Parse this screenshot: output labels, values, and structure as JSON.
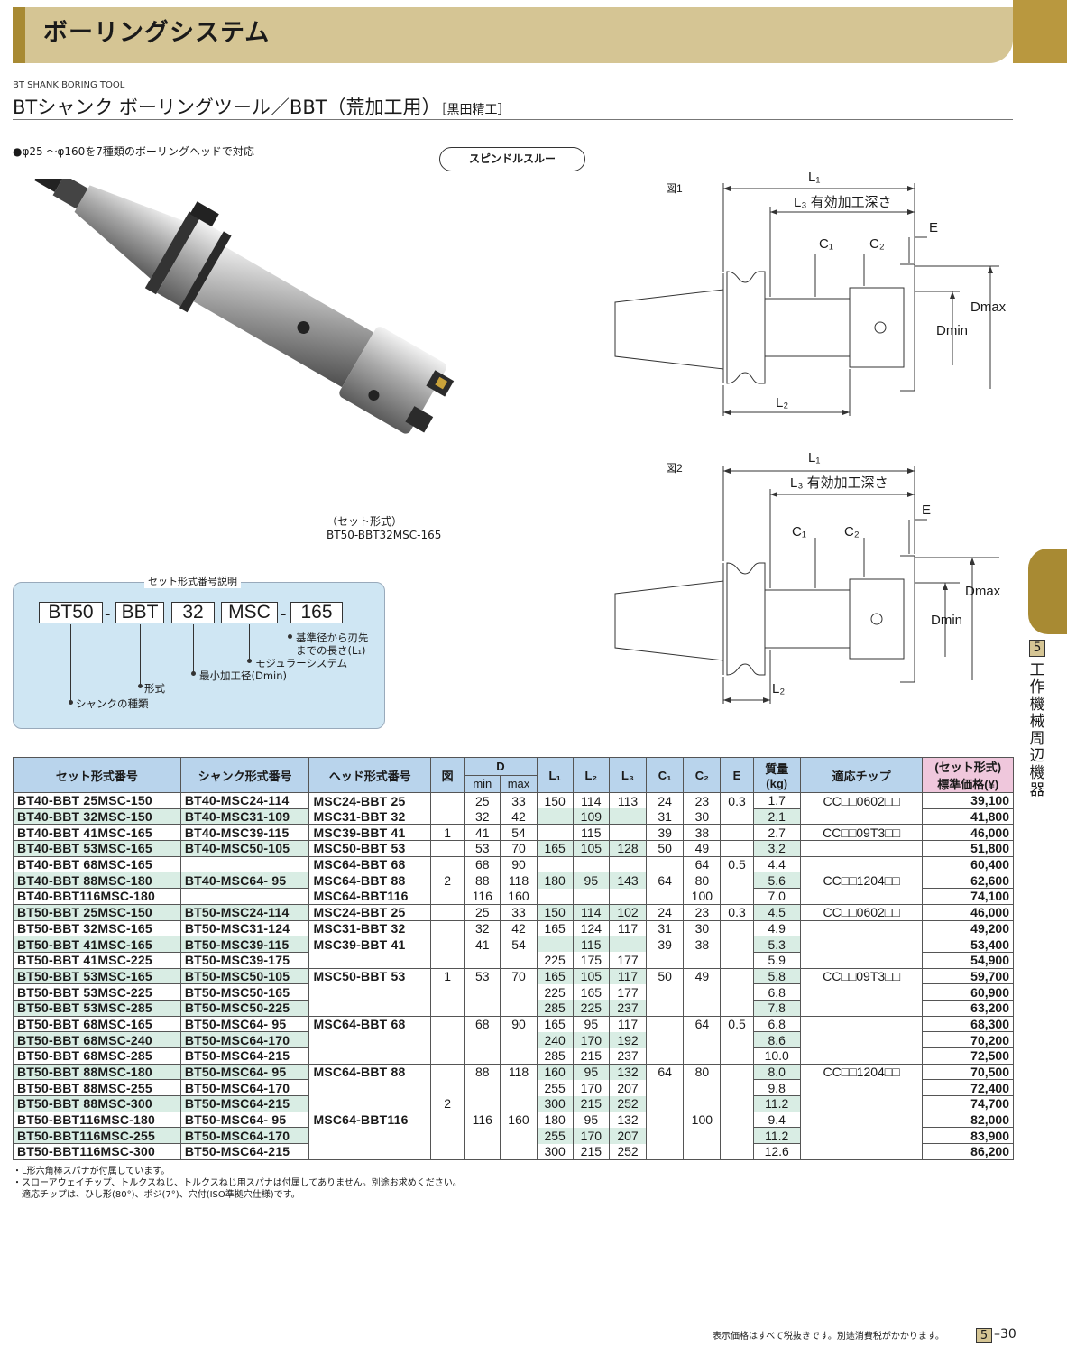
{
  "header": {
    "title": "ボーリングシステム"
  },
  "subtitle": {
    "en": "BT SHANK BORING TOOL",
    "jp": "BTシャンク ボーリングツール／BBT（荒加工用）",
    "maker": "［黒田精工］"
  },
  "feature": "●φ25 ～φ160を7種類のボーリングヘッドで対応",
  "badge": "スピンドルスルー",
  "photo_caption": {
    "line1": "（セット形式）",
    "line2": "BT50-BBT32MSC-165"
  },
  "figures": {
    "fig1_label": "図1",
    "fig2_label": "図2",
    "L1": "L₁",
    "L2": "L₂",
    "L3": "L₃ 有効加工深さ",
    "C1": "C₁",
    "C2": "C₂",
    "E": "E",
    "Dmax": "Dmax",
    "Dmin": "Dmin"
  },
  "explain": {
    "title": "セット形式番号説明",
    "codes": [
      "BT50",
      "BBT",
      "32",
      "MSC",
      "165"
    ],
    "dash": "-",
    "n_length_1": "基準径から刃先",
    "n_length_2": "までの長さ(L₁)",
    "n_modular": "モジュラーシステム",
    "n_min": "最小加工径(Dmin)",
    "n_type": "形式",
    "n_shank": "シャンクの種類"
  },
  "side_tab": {
    "num": "5",
    "text": "工作機械周辺機器"
  },
  "table": {
    "headers": {
      "set": "セット形式番号",
      "shank": "シャンク形式番号",
      "head": "ヘッド形式番号",
      "fig": "図",
      "D": "D",
      "min": "min",
      "max": "max",
      "L1": "L₁",
      "L2": "L₂",
      "L3": "L₃",
      "C1": "C₁",
      "C2": "C₂",
      "E": "E",
      "mass_1": "質量",
      "mass_2": "(kg)",
      "chip": "適応チップ",
      "price_1": "(セット形式)",
      "price_2": "標準価格(¥)"
    },
    "rows": [
      {
        "set": "BT40-BBT 25MSC-150",
        "shank": "BT40-MSC24-114",
        "head": "MSC24-BBT 25",
        "dmin": "25",
        "dmax": "33",
        "l1": "150",
        "l2": "114",
        "l3": "113",
        "c1": "24",
        "c2": "23",
        "e": "0.3",
        "mass": "1.7",
        "chip": "CC□□0602□□",
        "price": "39,100"
      },
      {
        "set": "BT40-BBT 32MSC-150",
        "shank": "BT40-MSC31-109",
        "head": "MSC31-BBT 32",
        "dmin": "32",
        "dmax": "42",
        "l1": "",
        "l2": "109",
        "l3": "",
        "c1": "31",
        "c2": "30",
        "e": "",
        "mass": "2.1",
        "chip": "",
        "price": "41,800"
      },
      {
        "set": "BT40-BBT 41MSC-165",
        "shank": "BT40-MSC39-115",
        "head": "MSC39-BBT 41",
        "fig": "1",
        "dmin": "41",
        "dmax": "54",
        "l1": "",
        "l2": "115",
        "l3": "",
        "c1": "39",
        "c2": "38",
        "e": "",
        "mass": "2.7",
        "chip": "CC□□09T3□□",
        "price": "46,000"
      },
      {
        "set": "BT40-BBT 53MSC-165",
        "shank": "BT40-MSC50-105",
        "head": "MSC50-BBT 53",
        "dmin": "53",
        "dmax": "70",
        "l1": "165",
        "l2": "105",
        "l3": "128",
        "c1": "50",
        "c2": "49",
        "e": "",
        "mass": "3.2",
        "chip": "",
        "price": "51,800"
      },
      {
        "set": "BT40-BBT 68MSC-165",
        "shank": "",
        "head": "MSC64-BBT 68",
        "dmin": "68",
        "dmax": "90",
        "l1": "",
        "l2": "",
        "l3": "",
        "c1": "",
        "c2": "64",
        "e": "0.5",
        "mass": "4.4",
        "chip": "",
        "price": "60,400"
      },
      {
        "set": "BT40-BBT 88MSC-180",
        "shank": "BT40-MSC64- 95",
        "head": "MSC64-BBT 88",
        "fig": "2",
        "dmin": "88",
        "dmax": "118",
        "l1": "180",
        "l2": "95",
        "l3": "143",
        "c1": "64",
        "c2": "80",
        "e": "",
        "mass": "5.6",
        "chip": "CC□□1204□□",
        "price": "62,600"
      },
      {
        "set": "BT40-BBT116MSC-180",
        "shank": "",
        "head": "MSC64-BBT116",
        "dmin": "116",
        "dmax": "160",
        "l1": "",
        "l2": "",
        "l3": "",
        "c1": "",
        "c2": "100",
        "e": "",
        "mass": "7.0",
        "chip": "",
        "price": "74,100"
      },
      {
        "set": "BT50-BBT 25MSC-150",
        "shank": "BT50-MSC24-114",
        "head": "MSC24-BBT 25",
        "dmin": "25",
        "dmax": "33",
        "l1": "150",
        "l2": "114",
        "l3": "102",
        "c1": "24",
        "c2": "23",
        "e": "0.3",
        "mass": "4.5",
        "chip": "CC□□0602□□",
        "price": "46,000"
      },
      {
        "set": "BT50-BBT 32MSC-165",
        "shank": "BT50-MSC31-124",
        "head": "MSC31-BBT 32",
        "dmin": "32",
        "dmax": "42",
        "l1": "165",
        "l2": "124",
        "l3": "117",
        "c1": "31",
        "c2": "30",
        "e": "",
        "mass": "4.9",
        "chip": "",
        "price": "49,200"
      },
      {
        "set": "BT50-BBT 41MSC-165",
        "shank": "BT50-MSC39-115",
        "head": "MSC39-BBT 41",
        "dmin": "41",
        "dmax": "54",
        "l1": "",
        "l2": "115",
        "l3": "",
        "c1": "39",
        "c2": "38",
        "e": "",
        "mass": "5.3",
        "chip": "",
        "price": "53,400"
      },
      {
        "set": "BT50-BBT 41MSC-225",
        "shank": "BT50-MSC39-175",
        "head": "",
        "dmin": "",
        "dmax": "",
        "l1": "225",
        "l2": "175",
        "l3": "177",
        "c1": "",
        "c2": "",
        "e": "",
        "mass": "5.9",
        "chip": "",
        "price": "54,900"
      },
      {
        "set": "BT50-BBT 53MSC-165",
        "shank": "BT50-MSC50-105",
        "head": "MSC50-BBT 53",
        "fig": "1",
        "dmin": "53",
        "dmax": "70",
        "l1": "165",
        "l2": "105",
        "l3": "117",
        "c1": "50",
        "c2": "49",
        "e": "",
        "mass": "5.8",
        "chip": "CC□□09T3□□",
        "price": "59,700"
      },
      {
        "set": "BT50-BBT 53MSC-225",
        "shank": "BT50-MSC50-165",
        "head": "",
        "dmin": "",
        "dmax": "",
        "l1": "225",
        "l2": "165",
        "l3": "177",
        "c1": "",
        "c2": "",
        "e": "",
        "mass": "6.8",
        "chip": "",
        "price": "60,900"
      },
      {
        "set": "BT50-BBT 53MSC-285",
        "shank": "BT50-MSC50-225",
        "head": "",
        "dmin": "",
        "dmax": "",
        "l1": "285",
        "l2": "225",
        "l3": "237",
        "c1": "",
        "c2": "",
        "e": "",
        "mass": "7.8",
        "chip": "",
        "price": "63,200"
      },
      {
        "set": "BT50-BBT 68MSC-165",
        "shank": "BT50-MSC64- 95",
        "head": "MSC64-BBT 68",
        "dmin": "68",
        "dmax": "90",
        "l1": "165",
        "l2": "95",
        "l3": "117",
        "c1": "",
        "c2": "64",
        "e": "0.5",
        "mass": "6.8",
        "chip": "",
        "price": "68,300"
      },
      {
        "set": "BT50-BBT 68MSC-240",
        "shank": "BT50-MSC64-170",
        "head": "",
        "dmin": "",
        "dmax": "",
        "l1": "240",
        "l2": "170",
        "l3": "192",
        "c1": "",
        "c2": "",
        "e": "",
        "mass": "8.6",
        "chip": "",
        "price": "70,200"
      },
      {
        "set": "BT50-BBT 68MSC-285",
        "shank": "BT50-MSC64-215",
        "head": "",
        "dmin": "",
        "dmax": "",
        "l1": "285",
        "l2": "215",
        "l3": "237",
        "c1": "",
        "c2": "",
        "e": "",
        "mass": "10.0",
        "chip": "",
        "price": "72,500"
      },
      {
        "set": "BT50-BBT 88MSC-180",
        "shank": "BT50-MSC64- 95",
        "head": "MSC64-BBT 88",
        "dmin": "88",
        "dmax": "118",
        "l1": "160",
        "l2": "95",
        "l3": "132",
        "c1": "64",
        "c2": "80",
        "e": "",
        "mass": "8.0",
        "chip": "CC□□1204□□",
        "price": "70,500"
      },
      {
        "set": "BT50-BBT 88MSC-255",
        "shank": "BT50-MSC64-170",
        "head": "",
        "dmin": "",
        "dmax": "",
        "l1": "255",
        "l2": "170",
        "l3": "207",
        "c1": "",
        "c2": "",
        "e": "",
        "mass": "9.8",
        "chip": "",
        "price": "72,400"
      },
      {
        "set": "BT50-BBT 88MSC-300",
        "shank": "BT50-MSC64-215",
        "head": "",
        "fig": "2",
        "dmin": "",
        "dmax": "",
        "l1": "300",
        "l2": "215",
        "l3": "252",
        "c1": "",
        "c2": "",
        "e": "",
        "mass": "11.2",
        "chip": "",
        "price": "74,700"
      },
      {
        "set": "BT50-BBT116MSC-180",
        "shank": "BT50-MSC64- 95",
        "head": "MSC64-BBT116",
        "dmin": "116",
        "dmax": "160",
        "l1": "180",
        "l2": "95",
        "l3": "132",
        "c1": "",
        "c2": "100",
        "e": "",
        "mass": "9.4",
        "chip": "",
        "price": "82,000"
      },
      {
        "set": "BT50-BBT116MSC-255",
        "shank": "BT50-MSC64-170",
        "head": "",
        "dmin": "",
        "dmax": "",
        "l1": "255",
        "l2": "170",
        "l3": "207",
        "c1": "",
        "c2": "",
        "e": "",
        "mass": "11.2",
        "chip": "",
        "price": "83,900"
      },
      {
        "set": "BT50-BBT116MSC-300",
        "shank": "BT50-MSC64-215",
        "head": "",
        "dmin": "",
        "dmax": "",
        "l1": "300",
        "l2": "215",
        "l3": "252",
        "c1": "",
        "c2": "",
        "e": "",
        "mass": "12.6",
        "chip": "",
        "price": "86,200"
      }
    ]
  },
  "notes": [
    "・L形六角棒スパナが付属しています。",
    "・スローアウェイチップ、トルクスねじ、トルクスねじ用スパナは付属してありません。別途お求めください。",
    "　適応チップは、ひし形(80°)、ポジ(7°)、穴付(ISO準拠穴仕様)です。"
  ],
  "footer": {
    "text": "表示価格はすべて税抜きです。別途消費税がかかります。",
    "page_box": "5",
    "page": "–30"
  }
}
